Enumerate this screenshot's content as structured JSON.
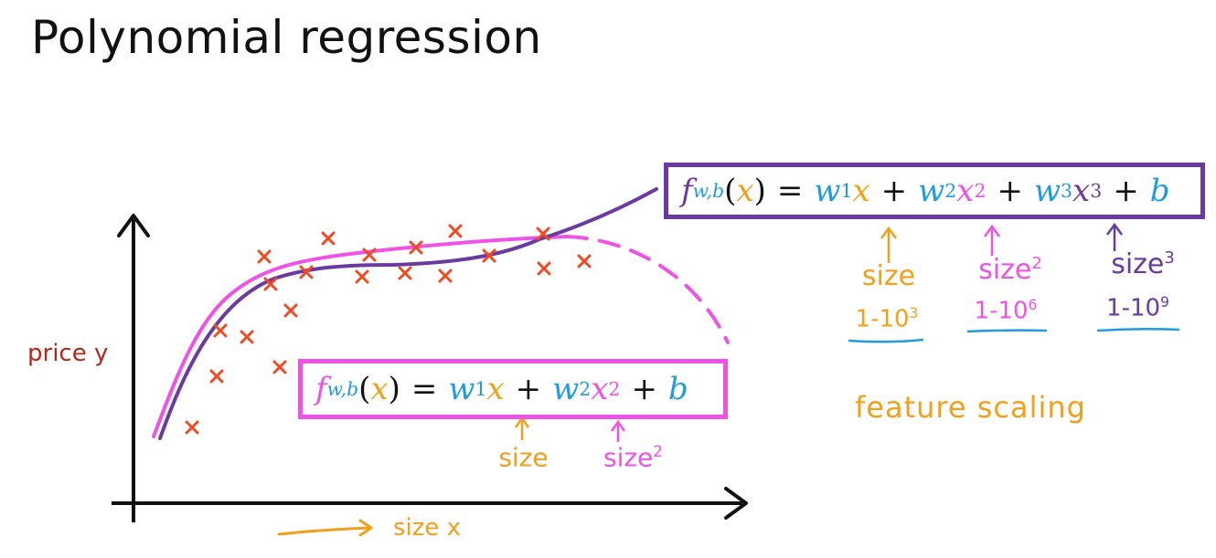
{
  "title": "Polynomial regression",
  "axes": {
    "y_label": "price y",
    "x_label": "size x"
  },
  "equations": {
    "cubic": {
      "f": "f",
      "sub": "w,b",
      "lparen": "(",
      "x": "x",
      "rparen": ")",
      "eq": "=",
      "w1": "w",
      "w1_sub": "1",
      "x1": "x",
      "plus1": "+",
      "w2": "w",
      "w2_sub": "2",
      "x2": "x",
      "x2_sup": "2",
      "plus2": "+",
      "w3": "w",
      "w3_sub": "3",
      "x3": "x",
      "x3_sup": "3",
      "plus3": "+",
      "b": "b"
    },
    "quadratic": {
      "f": "f",
      "sub": "w,b",
      "lparen": "(",
      "x": "x",
      "rparen": ")",
      "eq": "=",
      "w1": "w",
      "w1_sub": "1",
      "x1": "x",
      "plus1": "+",
      "w2": "w",
      "w2_sub": "2",
      "x2": "x",
      "x2_sup": "2",
      "plus2": "+",
      "b": "b"
    }
  },
  "annotations": {
    "cubic_terms": [
      {
        "label": "size",
        "sup": "",
        "range": "1-10",
        "range_sup": "3"
      },
      {
        "label": "size",
        "sup": "2",
        "range": "1-10",
        "range_sup": "6"
      },
      {
        "label": "size",
        "sup": "3",
        "range": "1-10",
        "range_sup": "9"
      }
    ],
    "quadratic_terms": [
      {
        "label": "size",
        "sup": ""
      },
      {
        "label": "size",
        "sup": "2"
      }
    ],
    "feature_scaling": "feature scaling"
  },
  "data_points": [
    [
      210,
      468
    ],
    [
      237,
      412
    ],
    [
      241,
      362
    ],
    [
      270,
      369
    ],
    [
      306,
      402
    ],
    [
      318,
      340
    ],
    [
      289,
      281
    ],
    [
      296,
      311
    ],
    [
      335,
      298
    ],
    [
      359,
      261
    ],
    [
      396,
      303
    ],
    [
      404,
      279
    ],
    [
      443,
      299
    ],
    [
      455,
      271
    ],
    [
      487,
      302
    ],
    [
      498,
      253
    ],
    [
      535,
      280
    ],
    [
      595,
      294
    ],
    [
      594,
      256
    ],
    [
      639,
      286
    ]
  ],
  "colors": {
    "cross": "#f04a23",
    "cubic_curve": "#6b3aa0",
    "quadratic_curve": "#ef52e6",
    "orange": "#f2a01a",
    "blue": "#1f9be0",
    "underline": "#1f9be0",
    "ylabel": "#b5271a"
  }
}
